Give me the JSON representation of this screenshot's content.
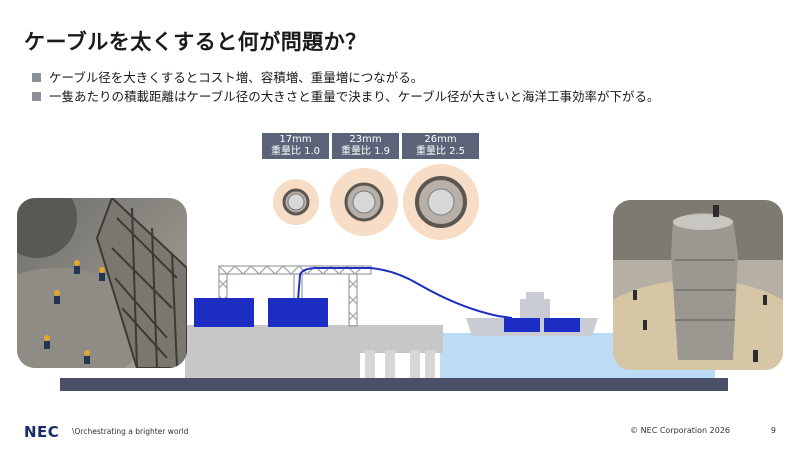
{
  "slide": {
    "title": "ケーブルを太くすると何が問題か？",
    "bullets": [
      "ケーブル径を大きくするとコスト増、容積増、重量増につながる。",
      "一隻あたりの積載距離はケーブル径の大きさと重量で決まり、ケーブル径が大きいと海洋工事効率が下がる。"
    ]
  },
  "cables": [
    {
      "diameter": "17mm",
      "weight": "重量比 1.0"
    },
    {
      "diameter": "23mm",
      "weight": "重量比 1.9"
    },
    {
      "diameter": "26mm",
      "weight": "重量比 2.5"
    }
  ],
  "footer": {
    "logo": "NEC",
    "tagline": "\\Orchestrating a brighter world",
    "copyright": "© NEC Corporation 2026",
    "page": "9"
  },
  "colors": {
    "spec_box": "#5a6378",
    "cable_line": "#1f2fc0",
    "container": "#1c2dc4",
    "water": "#bcdcf5",
    "ground": "#4a5068"
  }
}
